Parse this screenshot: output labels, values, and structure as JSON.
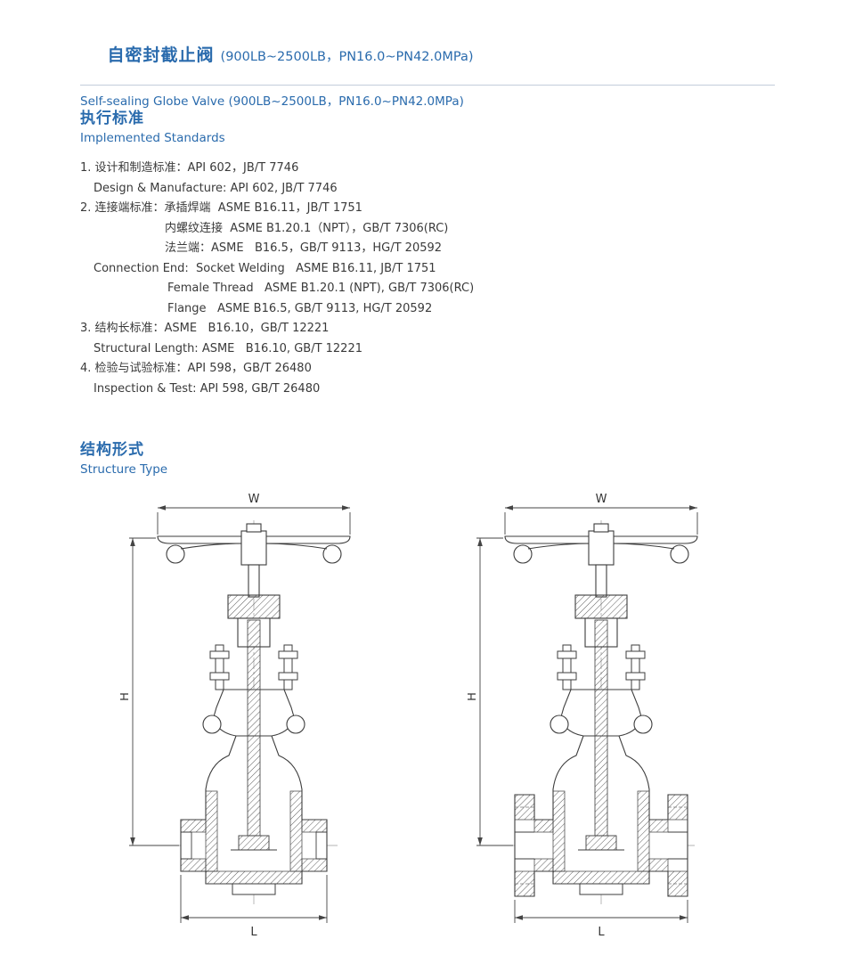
{
  "page": {
    "accent": "#2a6bad",
    "text_color": "#3a3a3a"
  },
  "header": {
    "title_zh": "自密封截止阀",
    "title_spec": "(900LB~2500LB，PN16.0~PN42.0MPa)",
    "title_en": "Self-sealing Globe Valve (900LB~2500LB，PN16.0~PN42.0MPa)"
  },
  "standards": {
    "heading_zh": "执行标准",
    "heading_en": "Implemented Standards",
    "lines": [
      {
        "text": "1. 设计和制造标准：API 602，JB/T 7746",
        "indent": 0
      },
      {
        "text": "Design & Manufacture: API 602, JB/T 7746",
        "indent": 1
      },
      {
        "text": "2. 连接端标准：承插焊端  ASME B16.11，JB/T 1751",
        "indent": 0
      },
      {
        "text": "内螺纹连接  ASME B1.20.1（NPT），GB/T 7306(RC)",
        "indent": 2
      },
      {
        "text": "法兰端：ASME   B16.5，GB/T 9113，HG/T 20592",
        "indent": 2
      },
      {
        "text": "Connection End:  Socket Welding   ASME B16.11, JB/T 1751",
        "indent": 1
      },
      {
        "text": "Female Thread   ASME B1.20.1 (NPT), GB/T 7306(RC)",
        "indent": 3
      },
      {
        "text": "Flange   ASME B16.5, GB/T 9113, HG/T 20592",
        "indent": 3
      },
      {
        "text": "3. 结构长标准：ASME   B16.10，GB/T 12221",
        "indent": 0
      },
      {
        "text": "Structural Length: ASME   B16.10, GB/T 12221",
        "indent": 1
      },
      {
        "text": "4. 检验与试验标准：API 598，GB/T 26480",
        "indent": 0
      },
      {
        "text": "Inspection & Test: API 598, GB/T 26480",
        "indent": 1
      }
    ]
  },
  "structure": {
    "heading_zh": "结构形式",
    "heading_en": "Structure Type",
    "drawings": [
      {
        "name": "socket-weld-end-valve",
        "dims": {
          "width": "W",
          "height": "H",
          "length": "L"
        }
      },
      {
        "name": "flanged-end-valve",
        "dims": {
          "width": "W",
          "height": "H",
          "length": "L"
        }
      }
    ]
  }
}
